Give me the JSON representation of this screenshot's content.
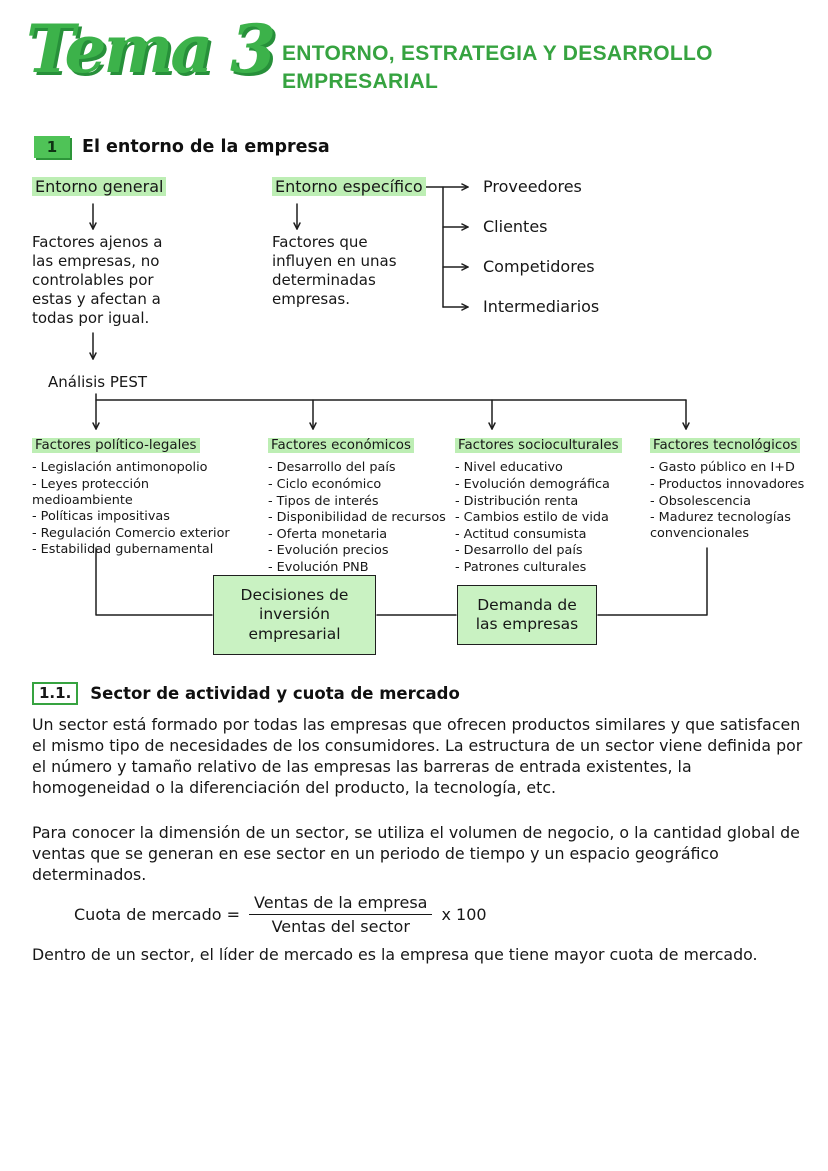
{
  "colors": {
    "accent_green": "#3cb24a",
    "highlight_green": "#bdeeb4",
    "box_fill_green": "#c9f2c2"
  },
  "header": {
    "title": "Tema 3",
    "subtitle_line1": "ENTORNO, ESTRATEGIA Y DESARROLLO",
    "subtitle_line2": "EMPRESARIAL"
  },
  "section1": {
    "number": "1",
    "title": "El entorno de la empresa"
  },
  "diagram": {
    "general": {
      "label": "Entorno general",
      "description": "Factores ajenos a las empresas, no controlables por estas y afectan a todas por igual.",
      "analysis_label": "Análisis PEST"
    },
    "especifico": {
      "label": "Entorno específico",
      "description": "Factores que influyen en unas determinadas empresas.",
      "items": [
        "Proveedores",
        "Clientes",
        "Competidores",
        "Intermediarios"
      ]
    },
    "pest_columns": [
      {
        "title": "Factores político-legales",
        "items": [
          "- Legislación antimonopolio",
          "- Leyes protección medioambiente",
          "- Políticas impositivas",
          "- Regulación Comercio exterior",
          "- Estabilidad gubernamental"
        ]
      },
      {
        "title": "Factores económicos",
        "items": [
          "- Desarrollo del país",
          "- Ciclo económico",
          "- Tipos de interés",
          "- Disponibilidad de recursos",
          "- Oferta monetaria",
          "- Evolución precios",
          "- Evolución PNB"
        ]
      },
      {
        "title": "Factores socioculturales",
        "items": [
          "- Nivel educativo",
          "- Evolución demográfica",
          "- Distribución renta",
          "- Cambios estilo de vida",
          "- Actitud consumista",
          "- Desarrollo del país",
          "- Patrones culturales"
        ]
      },
      {
        "title": "Factores tecnológicos",
        "items": [
          "- Gasto público en I+D",
          "- Productos innovadores",
          "- Obsolescencia",
          "- Madurez tecnologías convencionales"
        ]
      }
    ],
    "box1": "Decisiones de inversión empresarial",
    "box2": "Demanda de las empresas"
  },
  "section11": {
    "number": "1.1.",
    "title": "Sector de actividad y cuota de mercado",
    "paragraph1": "Un sector está formado por todas las empresas que ofrecen productos similares y que satisfacen el mismo tipo de necesidades de los consumidores. La estructura de un sector viene definida por el número y tamaño relativo de las empresas las barreras de entrada existentes, la homogeneidad o la diferenciación del producto, la tecnología, etc.",
    "paragraph2": "Para conocer la dimensión de un sector, se utiliza el volumen de negocio, o la cantidad global de ventas que se generan en ese sector en un periodo de tiempo y un espacio geográfico determinados.",
    "formula": {
      "lhs": "Cuota de mercado =",
      "numerator": "Ventas de la empresa",
      "denominator": "Ventas del sector",
      "multiplier": "x 100"
    },
    "paragraph3": "Dentro de un sector, el líder de mercado es la empresa que tiene mayor cuota de mercado."
  }
}
